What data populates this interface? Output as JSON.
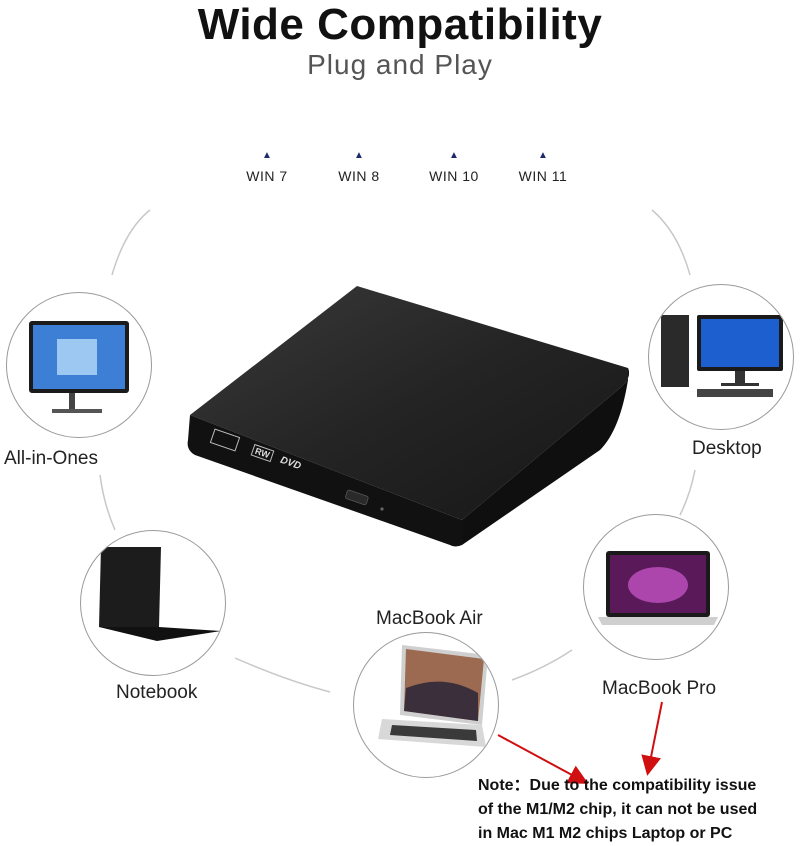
{
  "header": {
    "title": "Wide Compatibility",
    "subtitle": "Plug and Play"
  },
  "os_list": [
    "WIN 7",
    "WIN 8",
    "WIN 10",
    "WIN 11"
  ],
  "devices": {
    "all_in_ones": "All-in-Ones",
    "desktop": "Desktop",
    "notebook": "Notebook",
    "macbook_air": "MacBook Air",
    "macbook_pro": "MacBook Pro"
  },
  "drive": {
    "badge_rw": "RW",
    "badge_dvd": "DVD"
  },
  "note": {
    "line1": "Note：Due to the compatibility issue",
    "line2": "of the M1/M2 chip, it can not be used",
    "line3": "in Mac M1 M2 chips Laptop or PC"
  },
  "colors": {
    "arrow": "#d01010",
    "os_triangle": "#1a2a6c",
    "drive_body": "#1c1c1c",
    "circle_border": "#9a9a9a"
  }
}
